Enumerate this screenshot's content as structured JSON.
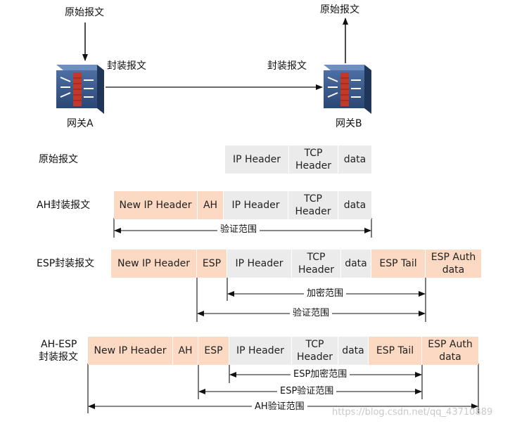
{
  "top": {
    "gateway_a_label": "网关A",
    "gateway_b_label": "网关B",
    "original_in": "原始报文",
    "original_out": "原始报文",
    "encap_a": "封装报文",
    "encap_b": "封装报文"
  },
  "rows": {
    "original": {
      "label": "原始报文",
      "cells": [
        "IP Header",
        "TCP Header",
        "data"
      ]
    },
    "ah": {
      "label": "AH封装报文",
      "cells": [
        "New IP Header",
        "AH",
        "IP Header",
        "TCP Header",
        "data"
      ],
      "ranges": [
        "验证范围"
      ]
    },
    "esp": {
      "label": "ESP封装报文",
      "cells": [
        "New IP Header",
        "ESP",
        "IP Header",
        "TCP Header",
        "data",
        "ESP Tail",
        "ESP Auth data"
      ],
      "ranges": [
        "加密范围",
        "验证范围"
      ]
    },
    "ahesp": {
      "label_line1": "AH-ESP",
      "label_line2": "封装报文",
      "cells": [
        "New IP Header",
        "AH",
        "ESP",
        "IP Header",
        "TCP Header",
        "data",
        "ESP Tail",
        "ESP Auth data"
      ],
      "ranges": [
        "ESP加密范围",
        "ESP验证范围",
        "AH验证范围"
      ]
    }
  },
  "watermark": "https://blog.csdn.net/qq_43710889",
  "colors": {
    "orange_cell": "#fbd9c2",
    "gray_cell": "#ebebeb",
    "gateway_blue": "#2f4f7f",
    "firewall_red": "#c0392b"
  }
}
